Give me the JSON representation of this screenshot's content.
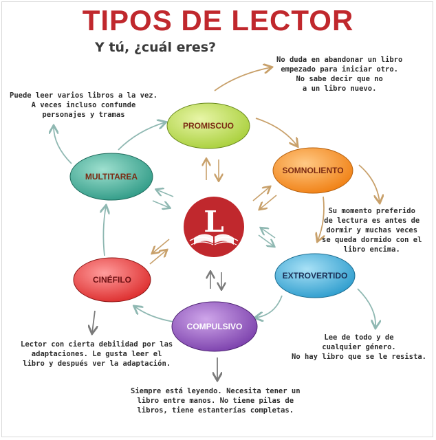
{
  "header": {
    "title": "TIPOS DE LECTOR",
    "subtitle": "Y tú, ¿cuál eres?"
  },
  "center": {
    "letter": "L"
  },
  "nodes": [
    {
      "label": "PROMISCUO",
      "color": "#a8cf3a",
      "text_color": "#7b2a12"
    },
    {
      "label": "SOMNOLIENTO",
      "color": "#f28a1c",
      "text_color": "#7b2a12"
    },
    {
      "label": "EXTROVERTIDO",
      "color": "#3aa9d8",
      "text_color": "#1b2f55"
    },
    {
      "label": "COMPULSIVO",
      "color": "#8a4fb8",
      "text_color": "#ffffff"
    },
    {
      "label": "CINÉFILO",
      "color": "#e63a3a",
      "text_color": "#6b0f12"
    },
    {
      "label": "MULTITAREA",
      "color": "#3fa896",
      "text_color": "#7b2a12"
    }
  ],
  "descriptions": {
    "promiscuo": [
      "No duda en abandonar un libro",
      "empezado para iniciar otro.",
      "No sabe decir que no",
      "a un libro nuevo."
    ],
    "somnoliento": [
      "Su momento preferido",
      "de lectura es antes de",
      "dormir y muchas veces",
      "se queda dormido con el",
      "libro encima."
    ],
    "extrovertido": [
      "Lee de todo y de",
      "cualquier género.",
      "No hay libro que se le resista."
    ],
    "compulsivo": [
      "Siempre está leyendo. Necesita tener un",
      "libro entre manos. No tiene pilas de",
      "libros, tiene estanterías completas."
    ],
    "cinefilo": [
      "Lector con cierta debilidad por las",
      "adaptaciones. Le gusta leer el",
      "libro y después ver la adaptación."
    ],
    "multitarea": [
      "Puede leer varios libros a la vez.",
      "A veces incluso confunde",
      "personajes y tramas"
    ]
  },
  "colors": {
    "title": "#c0282d",
    "arrow": "#d6b07a",
    "arrow_cool": "#a9c9c4",
    "arrow_down": "#7a7a7a",
    "center": "#c0282d"
  }
}
